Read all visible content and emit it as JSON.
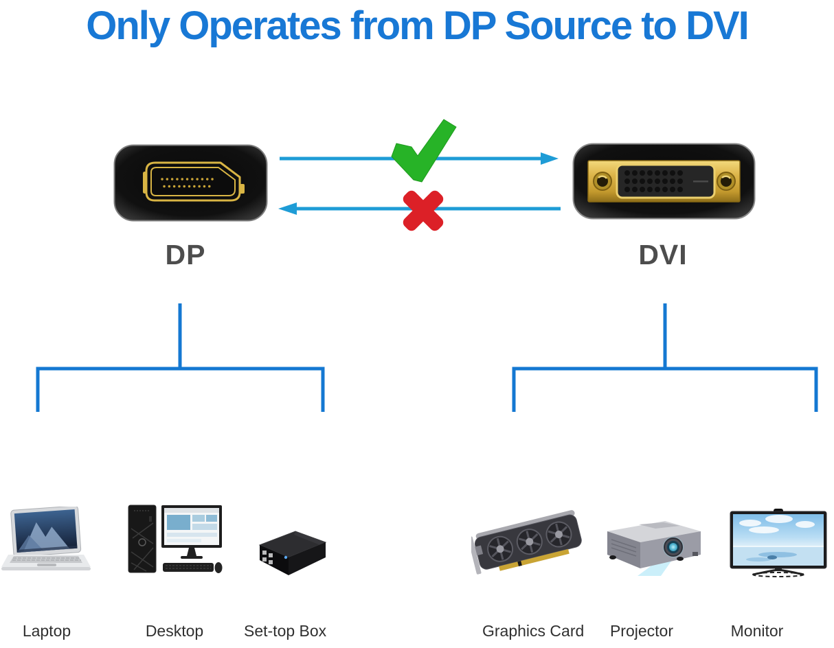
{
  "title": "Only Operates from DP Source to DVI",
  "connectors": {
    "source": {
      "label": "DP",
      "devices": [
        "Laptop",
        "Desktop",
        "Set-top Box"
      ]
    },
    "target": {
      "label": "DVI",
      "devices": [
        "Graphics Card",
        "Projector",
        "Monitor"
      ]
    }
  },
  "arrows": {
    "forward": {
      "from": "DP",
      "to": "DVI",
      "status": "allowed",
      "icon": "check-icon"
    },
    "backward": {
      "from": "DVI",
      "to": "DP",
      "status": "not-allowed",
      "icon": "cross-icon"
    }
  },
  "colors": {
    "title_blue": "#1878D5",
    "arrow_blue": "#1E9CD6",
    "tree_blue": "#1478D2",
    "check_green": "#27B327",
    "cross_red": "#DC2027",
    "connector_gold": "#D9B544",
    "connector_body": "#0B0B0B",
    "connector_label_gray": "#4D4D4D",
    "device_label_gray": "#303030"
  }
}
